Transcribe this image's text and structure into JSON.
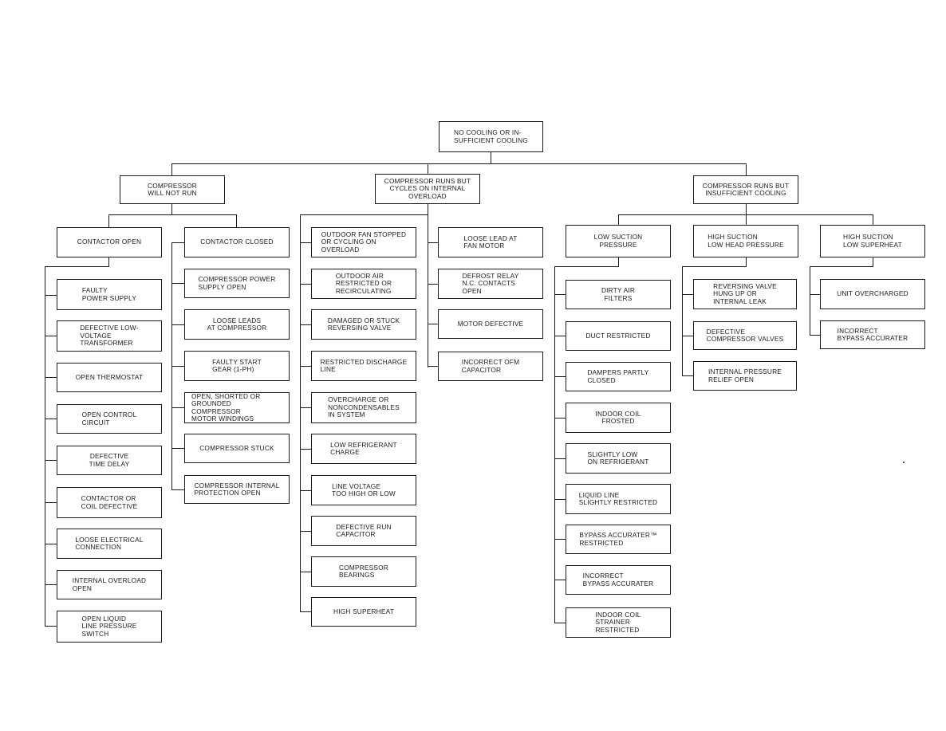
{
  "root": {
    "label": "NO COOLING OR IN-\nSUFFICIENT COOLING"
  },
  "branches": {
    "will_not_run": "COMPRESSOR\nWILL NOT RUN",
    "cycles": "COMPRESSOR RUNS BUT\nCYCLES ON INTERNAL\nOVERLOAD",
    "insufficient": "COMPRESSOR RUNS BUT\nINSUFFICIENT COOLING"
  },
  "will_not_run": {
    "contactor_open": {
      "label": "CONTACTOR OPEN",
      "items": [
        "FAULTY\nPOWER SUPPLY",
        "DEFECTIVE LOW-\nVOLTAGE\nTRANSFORMER",
        "OPEN THERMOSTAT",
        "OPEN CONTROL\nCIRCUIT",
        "DEFECTIVE\nTIME DELAY",
        "CONTACTOR OR\nCOIL DEFECTIVE",
        "LOOSE ELECTRICAL\nCONNECTION",
        "INTERNAL OVERLOAD\nOPEN",
        "OPEN LIQUID\nLINE PRESSURE\nSWITCH"
      ]
    },
    "contactor_closed": {
      "label": "CONTACTOR CLOSED",
      "items": [
        "COMPRESSOR POWER\nSUPPLY OPEN",
        "LOOSE LEADS\nAT COMPRESSOR",
        "FAULTY START\nGEAR (1-PH)",
        "OPEN, SHORTED OR\nGROUNDED COMPRESSOR\nMOTOR WINDINGS",
        "COMPRESSOR STUCK",
        "COMPRESSOR INTERNAL\nPROTECTION OPEN"
      ]
    }
  },
  "cycles": {
    "left_items": [
      "OUTDOOR FAN STOPPED\nOR CYCLING ON\nOVERLOAD",
      "OUTDOOR AIR\nRESTRICTED OR\nRECIRCULATING",
      "DAMAGED OR STUCK\nREVERSING VALVE",
      "RESTRICTED DISCHARGE\nLINE",
      "OVERCHARGE OR\nNONCONDENSABLES\nIN SYSTEM",
      "LOW REFRIGERANT\nCHARGE",
      "LINE VOLTAGE\nTOO HIGH OR LOW",
      "DEFECTIVE RUN\nCAPACITOR",
      "COMPRESSOR\nBEARINGS",
      "HIGH SUPERHEAT"
    ],
    "right_items": [
      "LOOSE LEAD AT\nFAN MOTOR",
      "DEFROST RELAY\nN.C. CONTACTS\nOPEN",
      "MOTOR DEFECTIVE",
      "INCORRECT OFM\nCAPACITOR"
    ]
  },
  "insufficient": {
    "low_suction": {
      "label": "LOW SUCTION\nPRESSURE",
      "items": [
        "DIRTY AIR\nFILTERS",
        "DUCT RESTRICTED",
        "DAMPERS PARTLY\nCLOSED",
        "INDOOR COIL\nFROSTED",
        "SLIGHTLY LOW\nON REFRIGERANT",
        "LIQUID LINE\nSLIGHTLY RESTRICTED",
        "BYPASS ACCURATER™\nRESTRICTED",
        "INCORRECT\nBYPASS ACCURATER",
        "INDOOR COIL\nSTRAINER\nRESTRICTED"
      ]
    },
    "high_suction_low_head": {
      "label": "HIGH SUCTION\nLOW HEAD PRESSURE",
      "items": [
        "REVERSING VALVE\nHUNG UP OR\nINTERNAL LEAK",
        "DEFECTIVE\nCOMPRESSOR VALVES",
        "INTERNAL PRESSURE\nRELIEF OPEN"
      ]
    },
    "high_suction_low_superheat": {
      "label": "HIGH SUCTION\nLOW SUPERHEAT",
      "items": [
        "UNIT OVERCHARGED",
        "INCORRECT\nBYPASS ACCURATER"
      ]
    }
  }
}
